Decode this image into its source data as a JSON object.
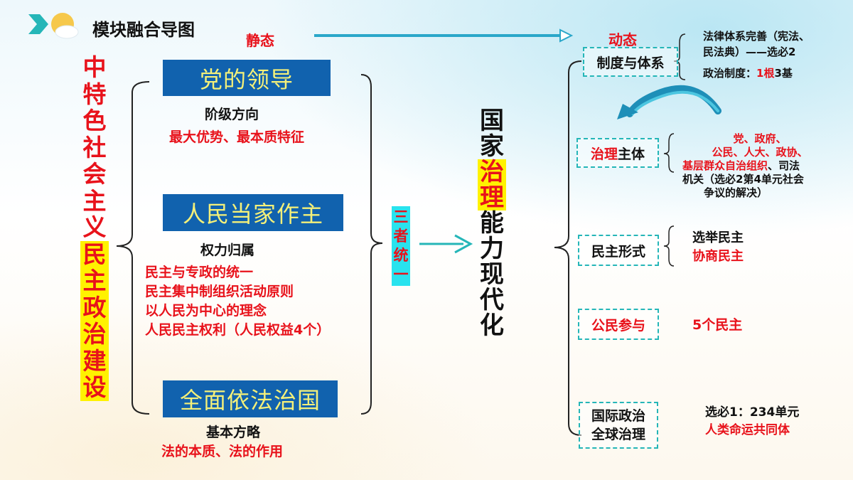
{
  "title": "模块融合导图",
  "static_label": "静态",
  "dynamic_label": "动态",
  "left_vertical": {
    "black": [
      "中",
      "特",
      "色",
      "社",
      "会",
      "主",
      "义"
    ],
    "highlight": [
      "民",
      "主",
      "政",
      "治",
      "建",
      "设"
    ]
  },
  "left_boxes": [
    {
      "label": "党的领导",
      "sub": "阶级方向",
      "details": [
        "最大优势、最本质特征"
      ]
    },
    {
      "label": "人民当家作主",
      "sub": "权力归属",
      "details": [
        "民主与专政的统一",
        "民主集中制组织活动原则",
        "以人民为中心的理念",
        "人民民主权利（人民权益4个）"
      ]
    },
    {
      "label": "全面依法治国",
      "sub": "基本方略",
      "details": [
        "法的本质、法的作用"
      ]
    }
  ],
  "unity_label": [
    "三",
    "者",
    "统",
    "一"
  ],
  "center_vertical": {
    "top": [
      "国",
      "家"
    ],
    "highlight": [
      "治",
      "理"
    ],
    "bottom": [
      "能",
      "力",
      "现",
      "代",
      "化"
    ]
  },
  "right_items": [
    {
      "label": "制度与体系"
    },
    {
      "label_red": "治理",
      "label_black": "主体"
    },
    {
      "label": "民主形式"
    },
    {
      "label": "公民参与"
    },
    {
      "label_line1": "国际政治",
      "label_line2": "全球治理"
    }
  ],
  "right_notes": {
    "system": {
      "line1": "法律体系完善（宪法、",
      "line2": "民法典）——选必2",
      "line3_black": "政治制度：",
      "line3_red": "1根",
      "line3_tail": "3基"
    },
    "subject": {
      "line1": "党、政府、",
      "line2": "公民、人大、政协、",
      "line3_red": "基层群众自治组织",
      "line3_black": "、司法",
      "line4": "机关（选必2第4单元社会",
      "line5": "争议的解决）"
    },
    "forms": {
      "line1": "选举民主",
      "line2": "协商民主"
    },
    "participation": "5个民主",
    "global": {
      "line1": "选必1：234单元",
      "line2": "人类命运共同体"
    }
  },
  "colors": {
    "red": "#e8121b",
    "box_blue": "#1162ae",
    "box_text": "#f4f079",
    "teal": "#25b6b8",
    "highlight": "#fff200",
    "unity_bg": "#29e3ee"
  }
}
